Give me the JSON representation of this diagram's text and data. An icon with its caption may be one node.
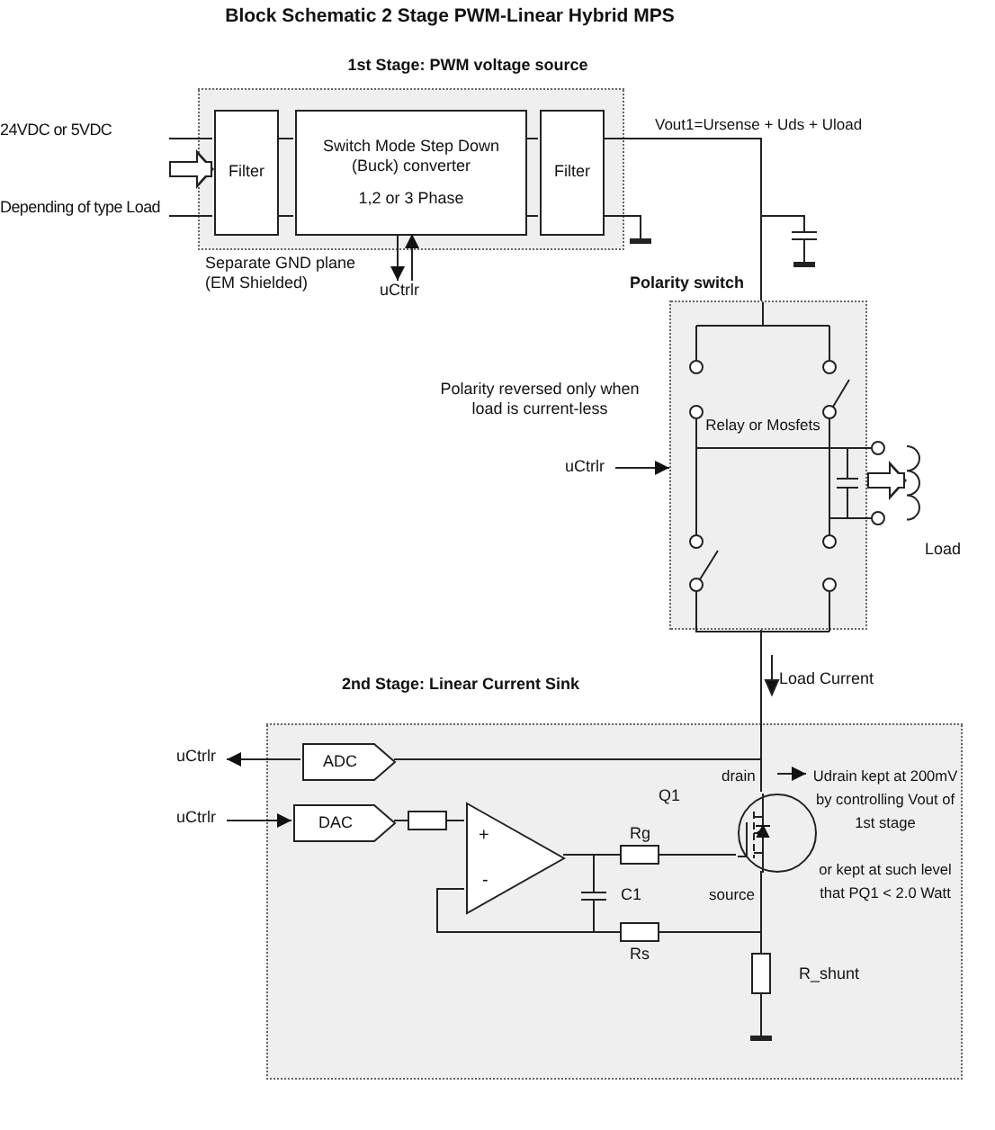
{
  "diagram": {
    "title": "Block Schematic 2 Stage PWM-Linear Hybrid MPS",
    "nodes": [
      {
        "text": [
          "1st Stage: PWM voltage source"
        ],
        "beside": [
          "Separate GND plane (EM Shielded)"
        ]
      },
      {
        "text": [
          "Filter"
        ],
        "in": 0
      },
      {
        "text": [
          "Switch Mode Step Down (Buck) converter",
          "1,2 or 3 Phase"
        ],
        "in": 0
      },
      {
        "text": [
          "Filter"
        ],
        "in": 0
      },
      {
        "text": [
          "24VDC or 5VDC",
          "Depending of type Load"
        ]
      },
      {
        "text": [
          "uCtrlr"
        ]
      },
      {
        "text": [
          "Polarity switch",
          "Relay or Mosfets"
        ]
      },
      {
        "text": [
          "uCtrlr"
        ]
      },
      {
        "text": [],
        "shape": "coil",
        "beside": [
          "Load"
        ]
      },
      {
        "text": [
          "2nd Stage: Linear Current Sink"
        ]
      },
      {
        "text": [
          "ADC"
        ],
        "in": 9
      },
      {
        "text": [
          "DAC"
        ],
        "in": 9
      },
      {
        "text": [
          "uCtrlr"
        ]
      },
      {
        "text": [
          "uCtrlr"
        ]
      },
      {
        "text": [
          "+",
          "-"
        ],
        "in": 9
      },
      {
        "text": [],
        "shape": "circle",
        "beside": [
          "Q1",
          "drain",
          "source"
        ],
        "in": 9
      },
      {
        "text": [
          "Udrain kept at 200mV by controlling Vout of 1st stage"
        ],
        "in": 9
      }
    ],
    "edges": [
      {
        "from": 4,
        "to": 1,
        "arrow": "to",
        "style": "thick"
      },
      {
        "from": 1,
        "to": 2,
        "arrow": "none"
      },
      {
        "from": 2,
        "to": 3,
        "arrow": "none"
      },
      {
        "from": 3,
        "to": 6,
        "arrow": "none",
        "label": "Vout1=Ursense + Uds + Uload"
      },
      {
        "from": 2,
        "to": 5,
        "arrow": "to"
      },
      {
        "from": 5,
        "to": 2,
        "arrow": "to"
      },
      {
        "from": 7,
        "to": 6,
        "arrow": "to"
      },
      {
        "from": 6,
        "to": 8,
        "arrow": "to",
        "style": "thick"
      },
      {
        "from": 6,
        "to": 15,
        "arrow": "none"
      },
      {
        "from": 10,
        "to": 12,
        "arrow": "to"
      },
      {
        "from": 13,
        "to": 11,
        "arrow": "to"
      },
      {
        "from": 11,
        "to": 14,
        "arrow": "none"
      },
      {
        "from": 14,
        "to": 15,
        "arrow": "none"
      },
      {
        "from": 15,
        "to": 16,
        "arrow": "to"
      },
      {
        "from": 15,
        "to": 10,
        "arrow": "none"
      },
      {
        "from": 14,
        "to": 15,
        "arrow": "none"
      },
      {
        "from": 4,
        "to": 1,
        "arrow": "none"
      },
      {
        "from": 4,
        "to": 1,
        "arrow": "none"
      }
    ],
    "labels": [
      "Polarity reversed only when load is current-less",
      "Load Current",
      "Rg",
      "C1",
      "Rs",
      "R_shunt",
      "or kept at such level that PQ1 < 2.0 Watt"
    ]
  }
}
